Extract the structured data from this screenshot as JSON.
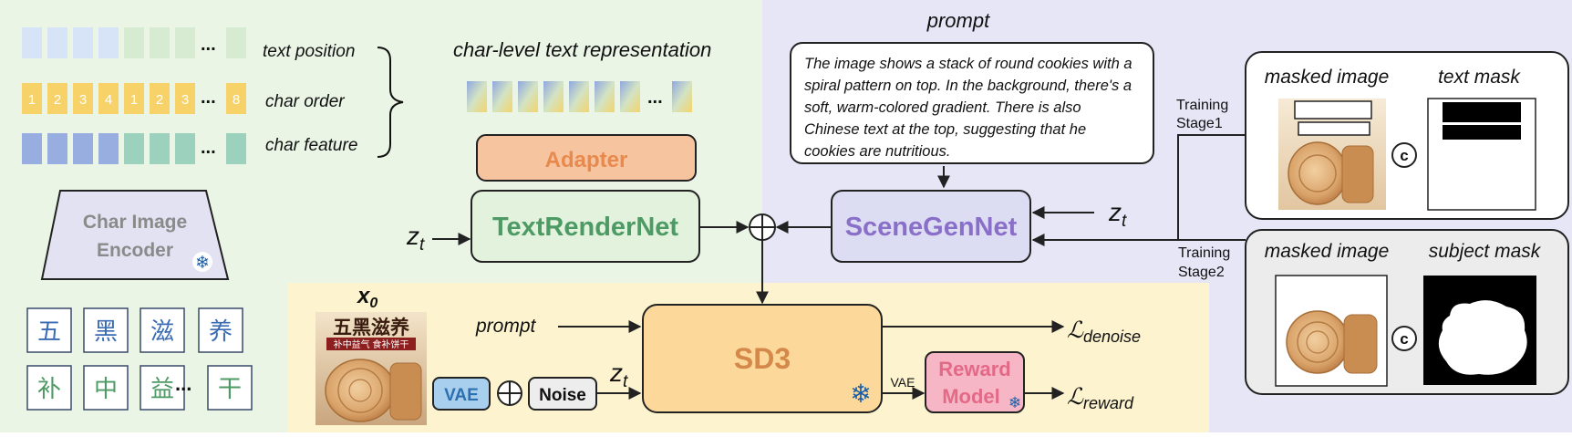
{
  "colors": {
    "left_bg": "#eaf5e6",
    "right_bg": "#e6e6f7",
    "bottom_bg": "#fdf4cf",
    "adapter": "#f7c4a0",
    "adapter_text": "#e8894e",
    "textrender_fill": "#e2f2dd",
    "textrender_text": "#4e9a64",
    "scenegen_fill": "#dcdcf2",
    "scenegen_text": "#8a6fc8",
    "sd3_fill": "#fcd99b",
    "sd3_text": "#d4884a",
    "reward_fill": "#f7b6c6",
    "reward_text": "#e26a86",
    "vae_fill": "#a9cfee",
    "vae_text": "#2e6fb0",
    "noise_fill": "#ededed",
    "pos_light_blue": "#d7e3f6",
    "pos_light_green": "#d6ebd2",
    "order_yellow": "#f7d268",
    "feature_blue": "#98aee0",
    "feature_green": "#9cd1bd",
    "stage2_bg": "#ececec"
  },
  "left": {
    "rows": [
      {
        "label": "text position",
        "ellipsis": "..."
      },
      {
        "label": "char order",
        "ellipsis": "...",
        "numbers": [
          "1",
          "2",
          "3",
          "4",
          "1",
          "2",
          "3",
          "8"
        ]
      },
      {
        "label": "char feature",
        "ellipsis": "..."
      }
    ],
    "encoder": {
      "line1": "Char Image",
      "line2": "Encoder"
    },
    "chars_row1": [
      "五",
      "黑",
      "滋",
      "养"
    ],
    "chars_row2": [
      "补",
      "中",
      "益",
      "干"
    ],
    "chars_ellipsis": "...",
    "snowflake": "❄"
  },
  "middle": {
    "char_repr_title": "char-level text representation",
    "repr_ellipsis": "...",
    "adapter": "Adapter",
    "textrender": "TextRenderNet",
    "zt": "z",
    "zt_sub": "t"
  },
  "top": {
    "prompt_title": "prompt",
    "prompt_text": "The image shows a stack of round cookies with a spiral pattern on top. In the background, there's a soft, warm-colored gradient. There is also Chinese text at the top, suggesting that he cookies are nutritious.",
    "scenegen": "SceneGenNet",
    "zt": "z",
    "zt_sub": "t"
  },
  "bottom": {
    "x0": "x",
    "x0_sub": "0",
    "poster_title": "五黑滋养",
    "poster_sub": "补中益气 食补饼干",
    "prompt": "prompt",
    "vae": "VAE",
    "noise": "Noise",
    "zt": "z",
    "zt_sub": "t",
    "sd3": "SD3",
    "vae_small": "VAE",
    "reward_line1": "Reward",
    "reward_line2": "Model",
    "loss_symbol": "ℒ",
    "loss_denoise": "denoise",
    "loss_reward": "reward"
  },
  "right": {
    "stage1_line1": "Training",
    "stage1_line2": "Stage1",
    "stage2_line1": "Training",
    "stage2_line2": "Stage2",
    "masked_image": "masked image",
    "text_mask": "text mask",
    "masked_image2": "masked image",
    "subject_mask": "subject mask",
    "concat": "c"
  }
}
